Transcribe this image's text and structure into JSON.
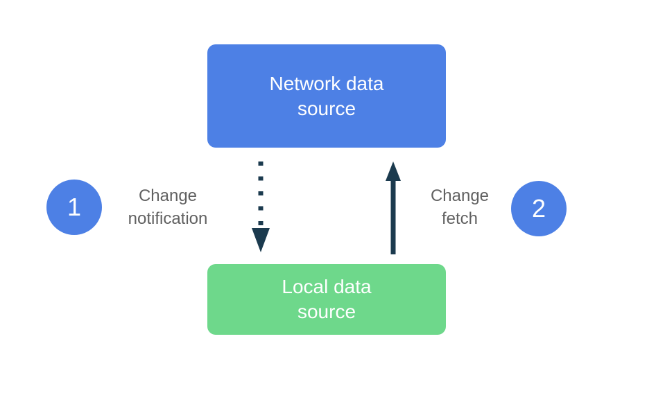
{
  "colors": {
    "background": "#FFFFFF",
    "network-box": "#4D80E5",
    "local-box": "#6ED88B",
    "arrow": "#1B3A4E",
    "step-circle": "#4D80E5",
    "step-label": "#616161",
    "box-text": "#FFFFFF"
  },
  "nodes": {
    "network": {
      "line1": "Network data",
      "line2": "source"
    },
    "local": {
      "line1": "Local data",
      "line2": "source"
    }
  },
  "steps": [
    {
      "number": "1",
      "line1": "Change",
      "line2": "notification"
    },
    {
      "number": "2",
      "line1": "Change",
      "line2": "fetch"
    }
  ],
  "arrows": {
    "down": "dotted arrow from network data source to local data source",
    "up": "solid arrow from local data source to network data source"
  }
}
